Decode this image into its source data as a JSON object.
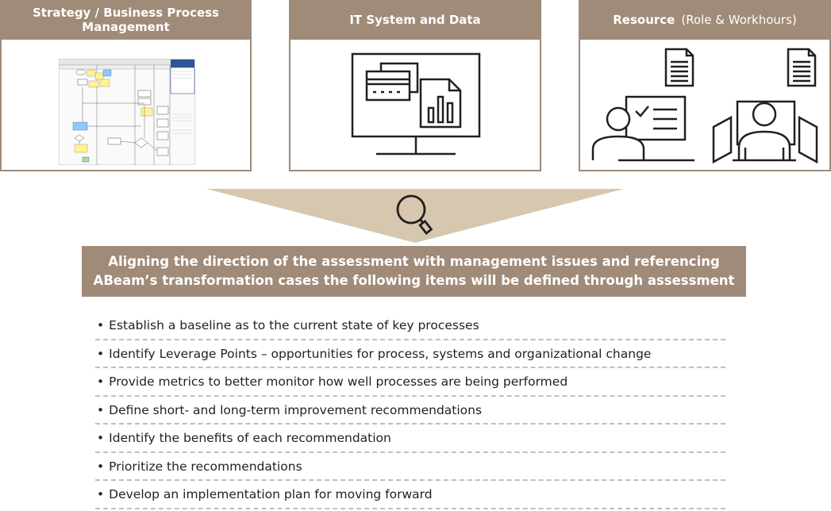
{
  "panels": [
    {
      "title_line1": "Strategy / Business Process",
      "title_line2": "Management",
      "icon": "process-flowchart-icon"
    },
    {
      "title": "IT System and Data",
      "icon": "monitor-data-icon"
    },
    {
      "title_bold": "Resource",
      "title_light": "(Role & Workhours)",
      "icon": "people-workstation-icon"
    }
  ],
  "funnel": {
    "icon": "magnifier-icon"
  },
  "banner": {
    "line1": "Aligning the direction of the assessment with management issues and referencing",
    "line2": "ABeam’s transformation cases the following items will be defined through assessment"
  },
  "items": [
    "Establish a baseline as to the current state of key processes",
    "Identify Leverage Points – opportunities for process, systems and organizational change",
    "Provide metrics to better monitor how well processes are being performed",
    "Define short- and long-term improvement recommendations",
    "Identify the benefits of each recommendation",
    "Prioritize the recommendations",
    "Develop an implementation plan for moving forward"
  ],
  "bullet": "•",
  "colors": {
    "accent": "#a08b78",
    "funnel": "#d6c7ae",
    "divider": "#c9bcb0"
  }
}
